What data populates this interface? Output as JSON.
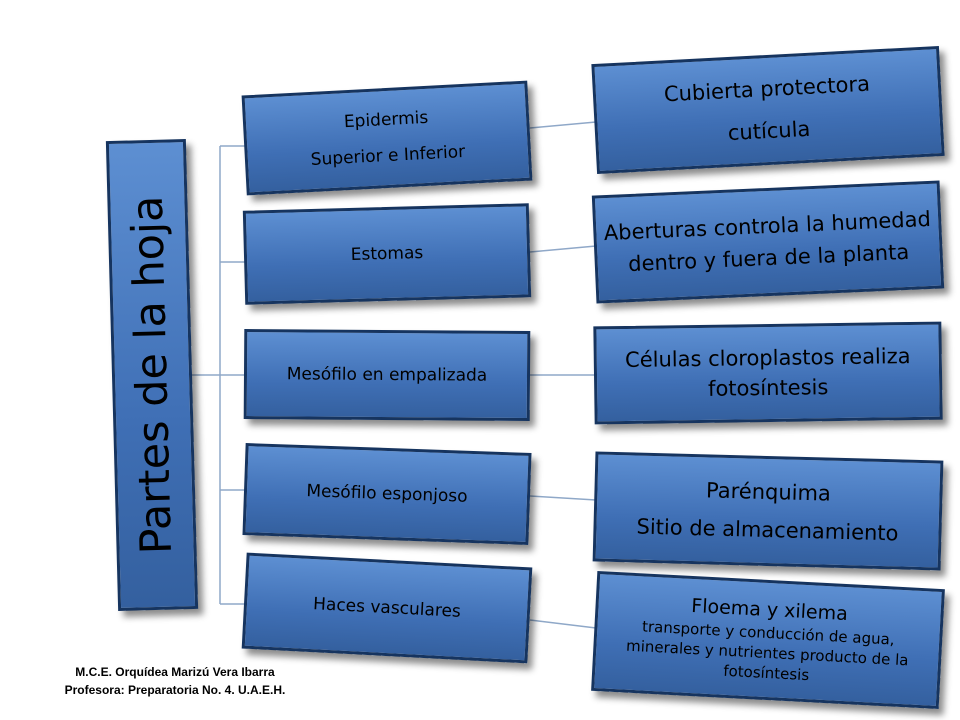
{
  "root": {
    "label": "Partes de la hoja"
  },
  "parts": [
    {
      "lines": [
        "Epidermis",
        "Superior e Inferior"
      ]
    },
    {
      "lines": [
        "Estomas"
      ]
    },
    {
      "lines": [
        "Mesófilo en empalizada"
      ]
    },
    {
      "lines": [
        "Mesófilo esponjoso"
      ]
    },
    {
      "lines": [
        "Haces vasculares"
      ]
    }
  ],
  "descriptions": [
    {
      "lines": [
        "Cubierta  protectora",
        "cutícula"
      ]
    },
    {
      "lines": [
        "Aberturas  controla la humedad",
        "dentro y fuera de la planta"
      ]
    },
    {
      "lines": [
        "Células cloroplastos realiza",
        "fotosíntesis"
      ]
    },
    {
      "lines": [
        "Parénquima",
        "Sitio de almacenamiento"
      ]
    },
    {
      "lines": [
        "Floema y xilema"
      ],
      "sub_lines": [
        "transporte y conducción de agua,",
        "minerales y nutrientes producto de la",
        "fotosíntesis"
      ]
    }
  ],
  "footer": {
    "line1": "M.C.E. Orquídea Marizú Vera Ibarra",
    "line2": "Profesora: Preparatoria No. 4. U.A.E.H."
  },
  "colors": {
    "box_fill": "#4a7fc4",
    "box_border": "#16345f",
    "connector": "#8fa8c8"
  }
}
